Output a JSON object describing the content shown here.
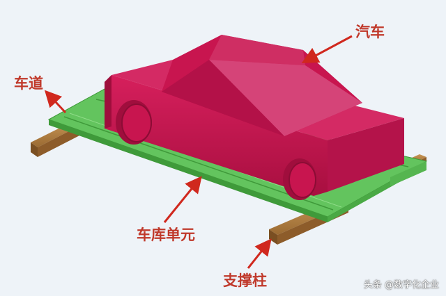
{
  "labels": {
    "car": "汽车",
    "lane": "车道",
    "garage_unit": "车库单元",
    "pillar": "支撑柱"
  },
  "watermark": "头条 @数字化企业",
  "colors": {
    "background": "#eef3f8",
    "label_text": "#c0392b",
    "arrow": "#d0281e",
    "car_body": "#c8154f",
    "car_roof": "#d23a6e",
    "platform": "#5fbf5a",
    "pillar_wood": "#a9773c"
  }
}
